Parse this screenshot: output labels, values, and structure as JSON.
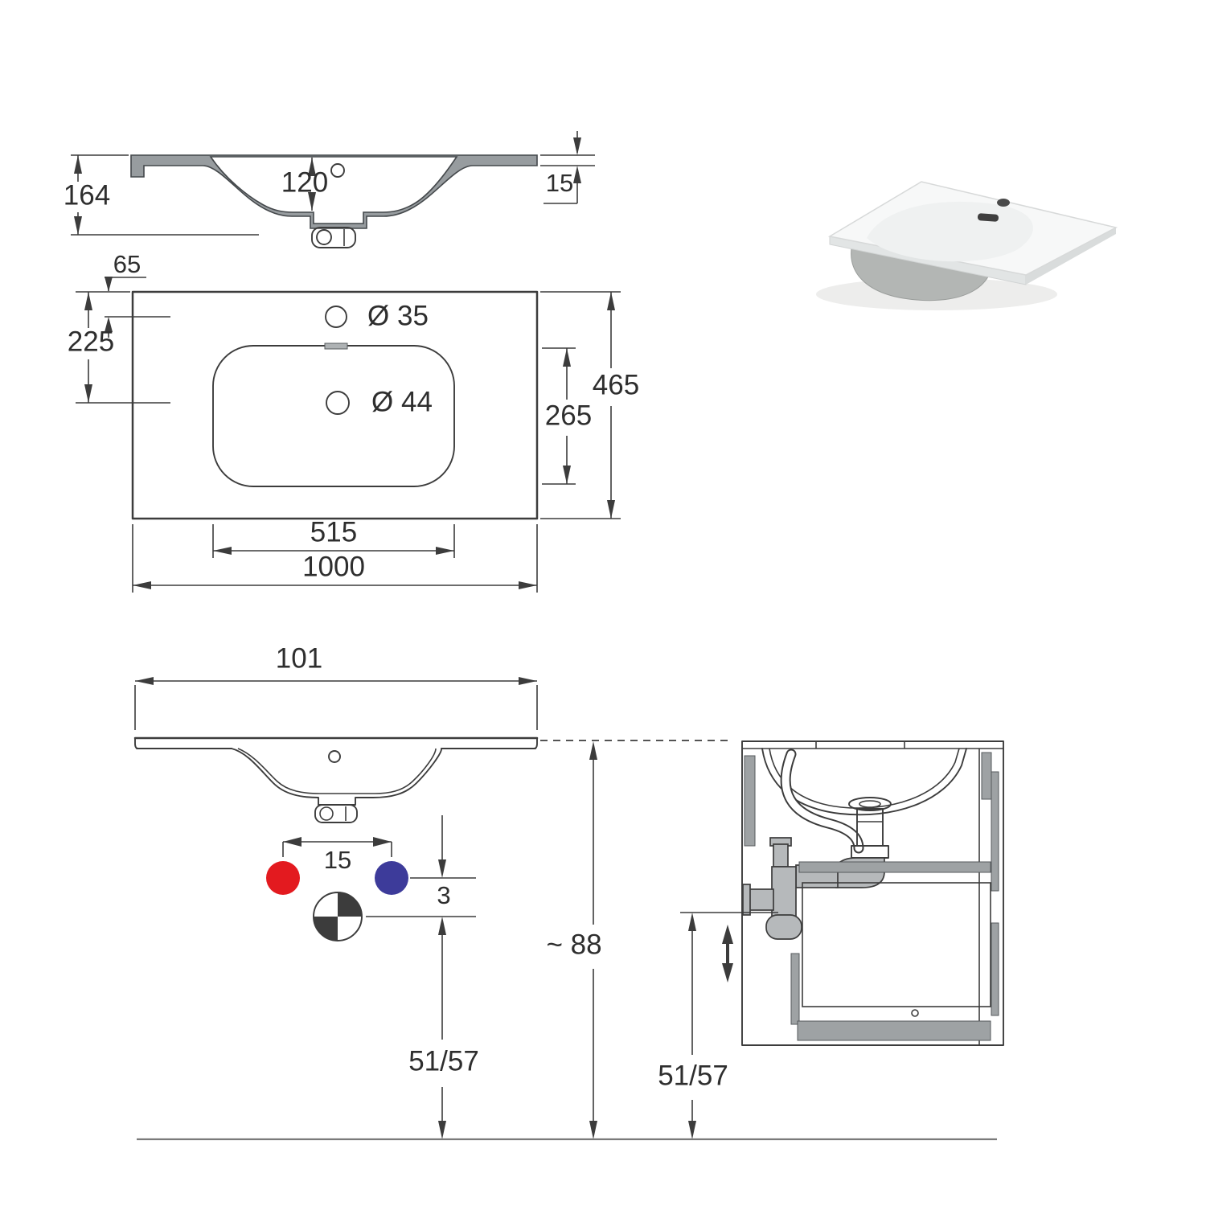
{
  "section_view": {
    "total_height": "164",
    "bowl_depth": "120",
    "rim_thickness": "15"
  },
  "plan_view": {
    "edge_to_tap": "65",
    "edge_to_drain": "225",
    "tap_hole_diameter": "Ø 35",
    "drain_hole_diameter": "Ø 44",
    "total_depth": "465",
    "bowl_inner_depth": "265",
    "bowl_inner_width": "515",
    "total_width": "1000"
  },
  "front_view": {
    "total_width": "101",
    "tap_pitch": "15",
    "drain_offset": "3",
    "mounting_height": "51/57",
    "overall_height": "~ 88"
  },
  "cabinet_view": {
    "mounting_height": "51/57"
  },
  "colors": {
    "hot_water_dot": "#e31a1f",
    "cold_water_dot": "#3d3b9a",
    "ceramic_fill": "#979c9f",
    "pipe_fill": "#b6b9bb",
    "panel_fill": "#9ea2a4"
  }
}
